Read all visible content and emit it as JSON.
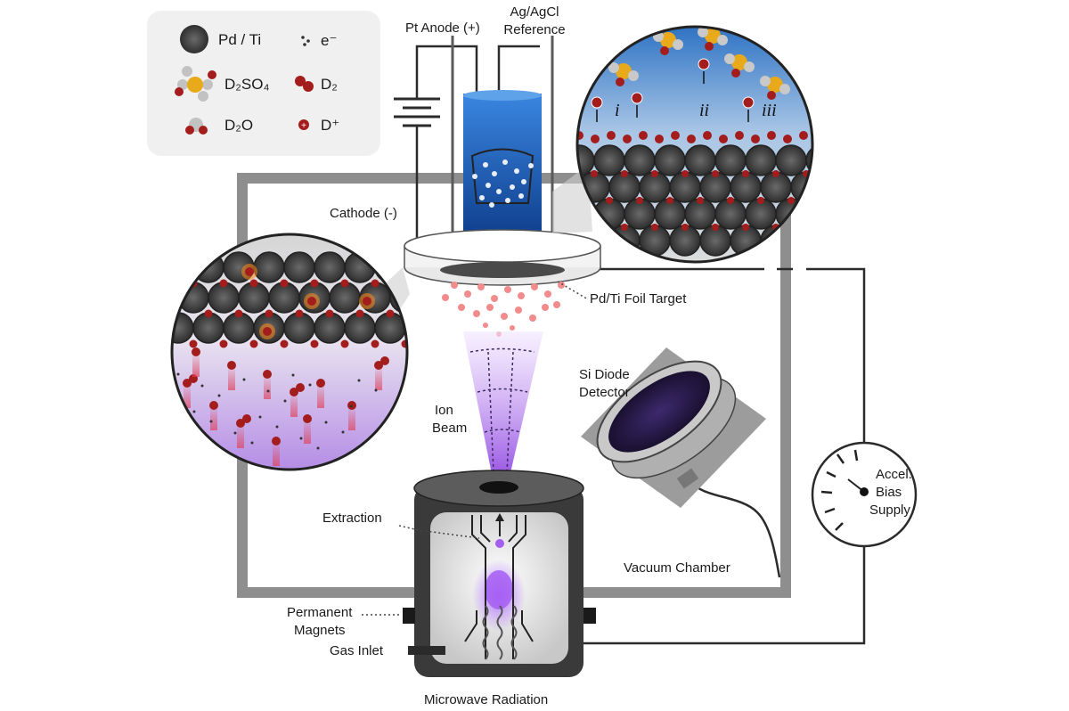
{
  "legend": {
    "pd_ti": "Pd / Ti",
    "electron": "e⁻",
    "d2so4": "D₂SO₄",
    "d2": "D₂",
    "d2o": "D₂O",
    "d_plus": "D⁺"
  },
  "labels": {
    "pt_anode": "Pt Anode (+)",
    "ag_agcl_line1": "Ag/AgCl",
    "ag_agcl_line2": "Reference",
    "cathode": "Cathode (-)",
    "foil_target": "Pd/Ti Foil Target",
    "si_diode_line1": "Si Diode",
    "si_diode_line2": "Detector",
    "ion_beam_line1": "Ion",
    "ion_beam_line2": "Beam",
    "extraction": "Extraction",
    "vacuum_chamber": "Vacuum Chamber",
    "accel_line1": "Accel.",
    "accel_line2": "Bias",
    "accel_line3": "Supply",
    "permanent_magnets_line1": "Permanent",
    "permanent_magnets_line2": "Magnets",
    "gas_inlet": "Gas Inlet",
    "microwave": "Microwave Radiation"
  },
  "steps": {
    "i": "i",
    "ii": "ii",
    "iii": "iii"
  },
  "colors": {
    "chamber_frame": "#8e8e8e",
    "electrolyte": "#1e5fb8",
    "lattice_atom": "#4a4a4a",
    "deuterium": "#a31d1d",
    "sulfur": "#e8a91a",
    "plasma": "#9b5ce6",
    "legend_bg": "#f0f0f0"
  }
}
